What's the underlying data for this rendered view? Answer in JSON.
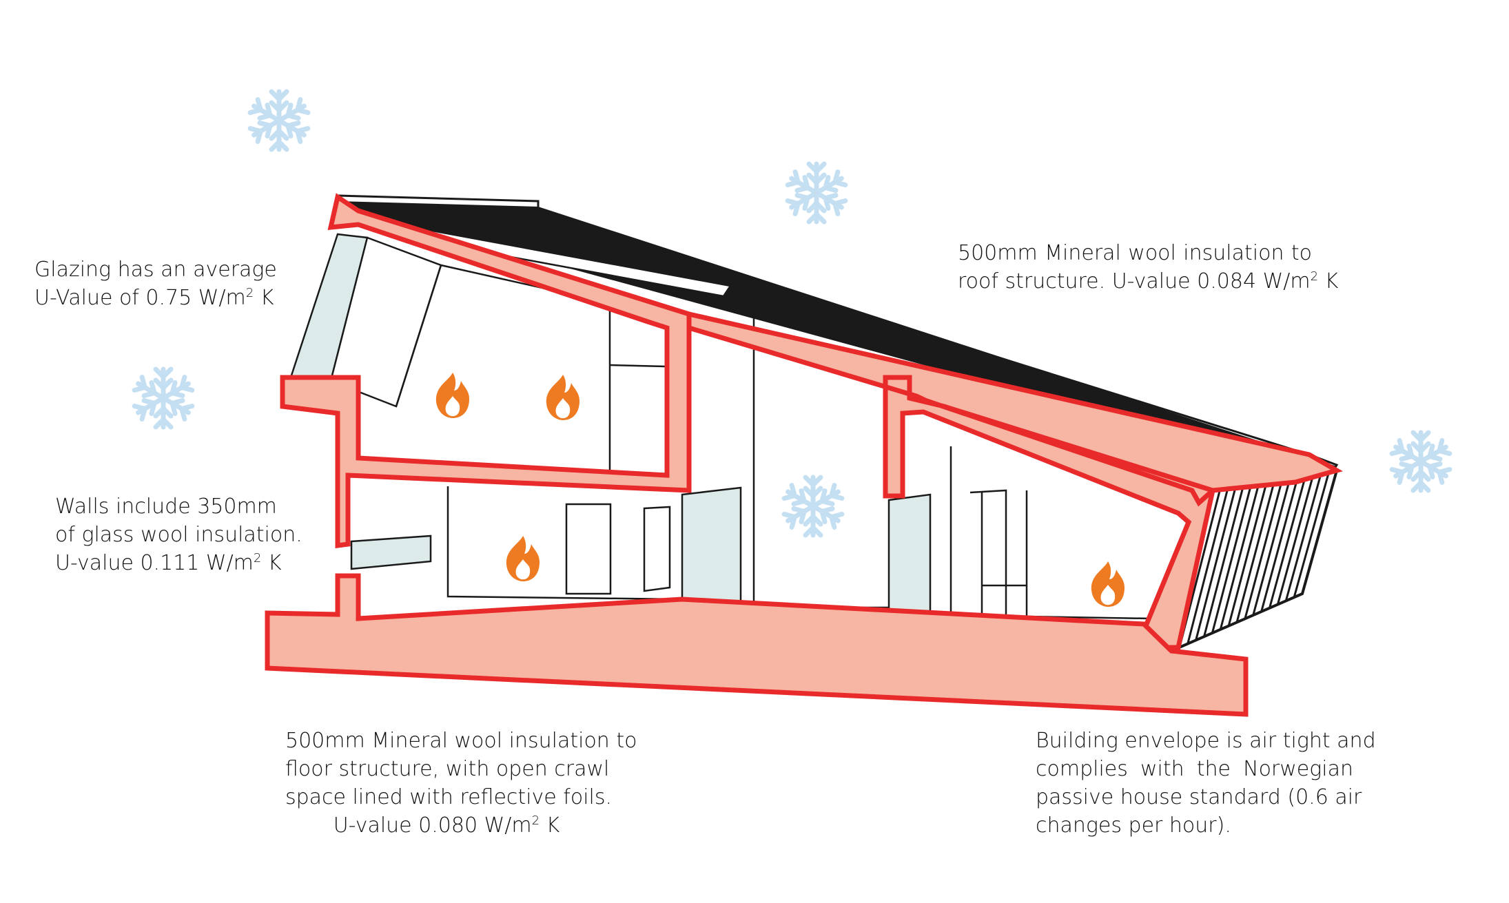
{
  "colors": {
    "insulation_fill": "#f7b6a3",
    "insulation_stroke": "#e82a2b",
    "glass_fill": "#dceaea",
    "snowflake": "#c5dff2",
    "flame_outer": "#ee7a22",
    "flame_inner": "#ffffff",
    "outline": "#1a1a1a"
  },
  "icons": {
    "snowflake": "snowflake-icon",
    "flame": "flame-icon"
  },
  "notes": {
    "glazing": {
      "line1": "Glazing has an average",
      "line2_pre": "U-Value of 0.75 W/m",
      "line2_sup": "2",
      "line2_post": " K"
    },
    "walls": {
      "line1": "Walls include 350mm",
      "line2": "of glass wool insulation.",
      "line3_pre": "U-value 0.111 W/m",
      "line3_sup": "2",
      "line3_post": " K"
    },
    "roof": {
      "line1": "500mm Mineral wool insulation to",
      "line2_pre": "roof structure. U-value 0.084 W/m",
      "line2_sup": "2",
      "line2_post": " K"
    },
    "floor": {
      "line1": "500mm Mineral wool insulation to",
      "line2": "floor structure, with open crawl",
      "line3": "space lined with reflective foils.",
      "line4_pre": "U-value 0.080 W/m",
      "line4_sup": "2",
      "line4_post": " K"
    },
    "envelope": {
      "line1": "Building envelope is air tight and",
      "line2": "complies with the Norwegian",
      "line3": "passive house standard (0.6 air",
      "line4": "changes per hour)."
    }
  }
}
